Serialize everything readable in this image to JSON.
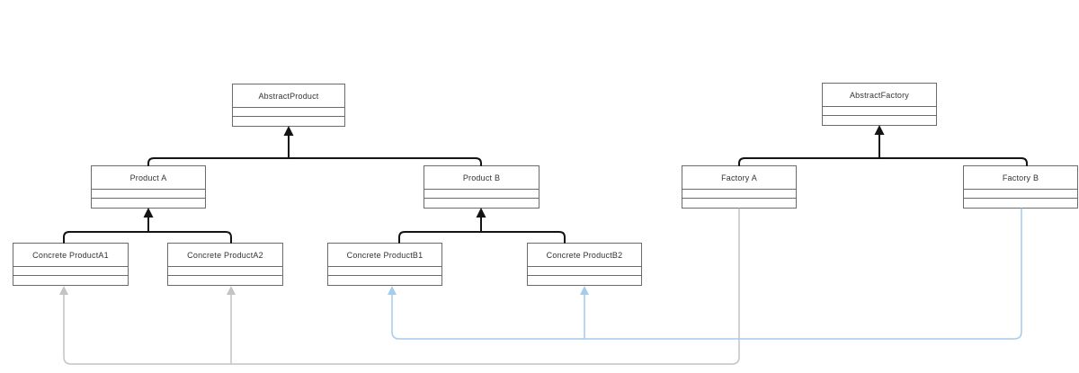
{
  "diagram": {
    "kind": "uml-class-diagram",
    "pattern": "Abstract Factory",
    "colors": {
      "background": "#ffffff",
      "node_border": "#6b6b6b",
      "node_fill": "#ffffff",
      "node_text": "#333333",
      "inheritance": "#141414",
      "factory_a_dependency": "#c4c4c4",
      "factory_b_dependency": "#a4ccee"
    },
    "nodes": [
      {
        "id": "abstract-product",
        "label": "AbstractProduct"
      },
      {
        "id": "product-a",
        "label": "Product A"
      },
      {
        "id": "product-b",
        "label": "Product B"
      },
      {
        "id": "concrete-product-a1",
        "label": "Concrete ProductA1"
      },
      {
        "id": "concrete-product-a2",
        "label": "Concrete ProductA2"
      },
      {
        "id": "concrete-product-b1",
        "label": "Concrete ProductB1"
      },
      {
        "id": "concrete-product-b2",
        "label": "Concrete ProductB2"
      },
      {
        "id": "abstract-factory",
        "label": "AbstractFactory"
      },
      {
        "id": "factory-a",
        "label": "Factory A"
      },
      {
        "id": "factory-b",
        "label": "Factory B"
      }
    ],
    "edges": [
      {
        "from": "Product A",
        "to": "AbstractProduct",
        "type": "inheritance"
      },
      {
        "from": "Product B",
        "to": "AbstractProduct",
        "type": "inheritance"
      },
      {
        "from": "Concrete ProductA1",
        "to": "Product A",
        "type": "inheritance"
      },
      {
        "from": "Concrete ProductA2",
        "to": "Product A",
        "type": "inheritance"
      },
      {
        "from": "Concrete ProductB1",
        "to": "Product B",
        "type": "inheritance"
      },
      {
        "from": "Concrete ProductB2",
        "to": "Product B",
        "type": "inheritance"
      },
      {
        "from": "Factory A",
        "to": "AbstractFactory",
        "type": "inheritance"
      },
      {
        "from": "Factory B",
        "to": "AbstractFactory",
        "type": "inheritance"
      },
      {
        "from": "Factory A",
        "to": "Concrete ProductA1",
        "type": "dependency",
        "color_key": "factory_a_dependency"
      },
      {
        "from": "Factory A",
        "to": "Concrete ProductA2",
        "type": "dependency",
        "color_key": "factory_a_dependency"
      },
      {
        "from": "Factory B",
        "to": "Concrete ProductB1",
        "type": "dependency",
        "color_key": "factory_b_dependency"
      },
      {
        "from": "Factory B",
        "to": "Concrete ProductB2",
        "type": "dependency",
        "color_key": "factory_b_dependency"
      }
    ]
  }
}
